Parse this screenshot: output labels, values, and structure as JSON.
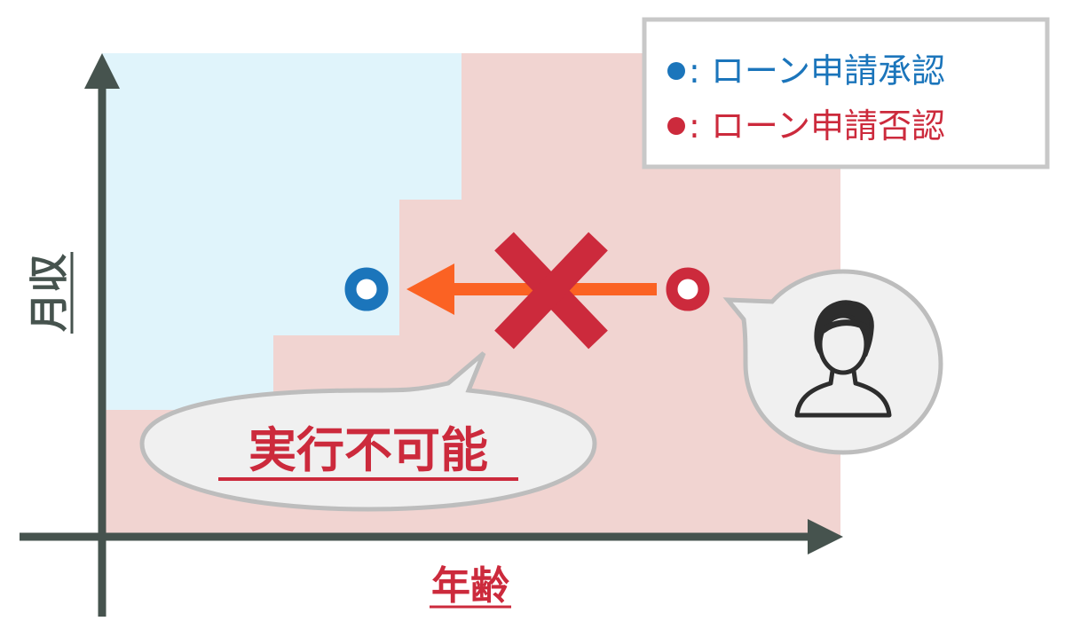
{
  "legend": {
    "approved": {
      "bullet": "●",
      "label": ": ローン申請承認",
      "color": "#1b75bb"
    },
    "denied": {
      "bullet": "●",
      "label": ": ローン申請否認",
      "color": "#cc2a3c"
    }
  },
  "axes": {
    "x_label": "年齢",
    "y_label": "月収"
  },
  "callout": {
    "text": "実行不可能"
  },
  "icons": {
    "person": "person-icon",
    "cross": "cross-icon",
    "arrow": "arrow-left-icon"
  },
  "colors": {
    "approve_region": "#e0f4fb",
    "deny_region": "#f1d4d1",
    "axis": "#46534e",
    "accent_red": "#cc2a3c",
    "accent_blue": "#1b75bb",
    "arrow_orange": "#fb6223",
    "bubble_fill": "#f0f0f0",
    "bubble_stroke": "#bdbdbd"
  }
}
